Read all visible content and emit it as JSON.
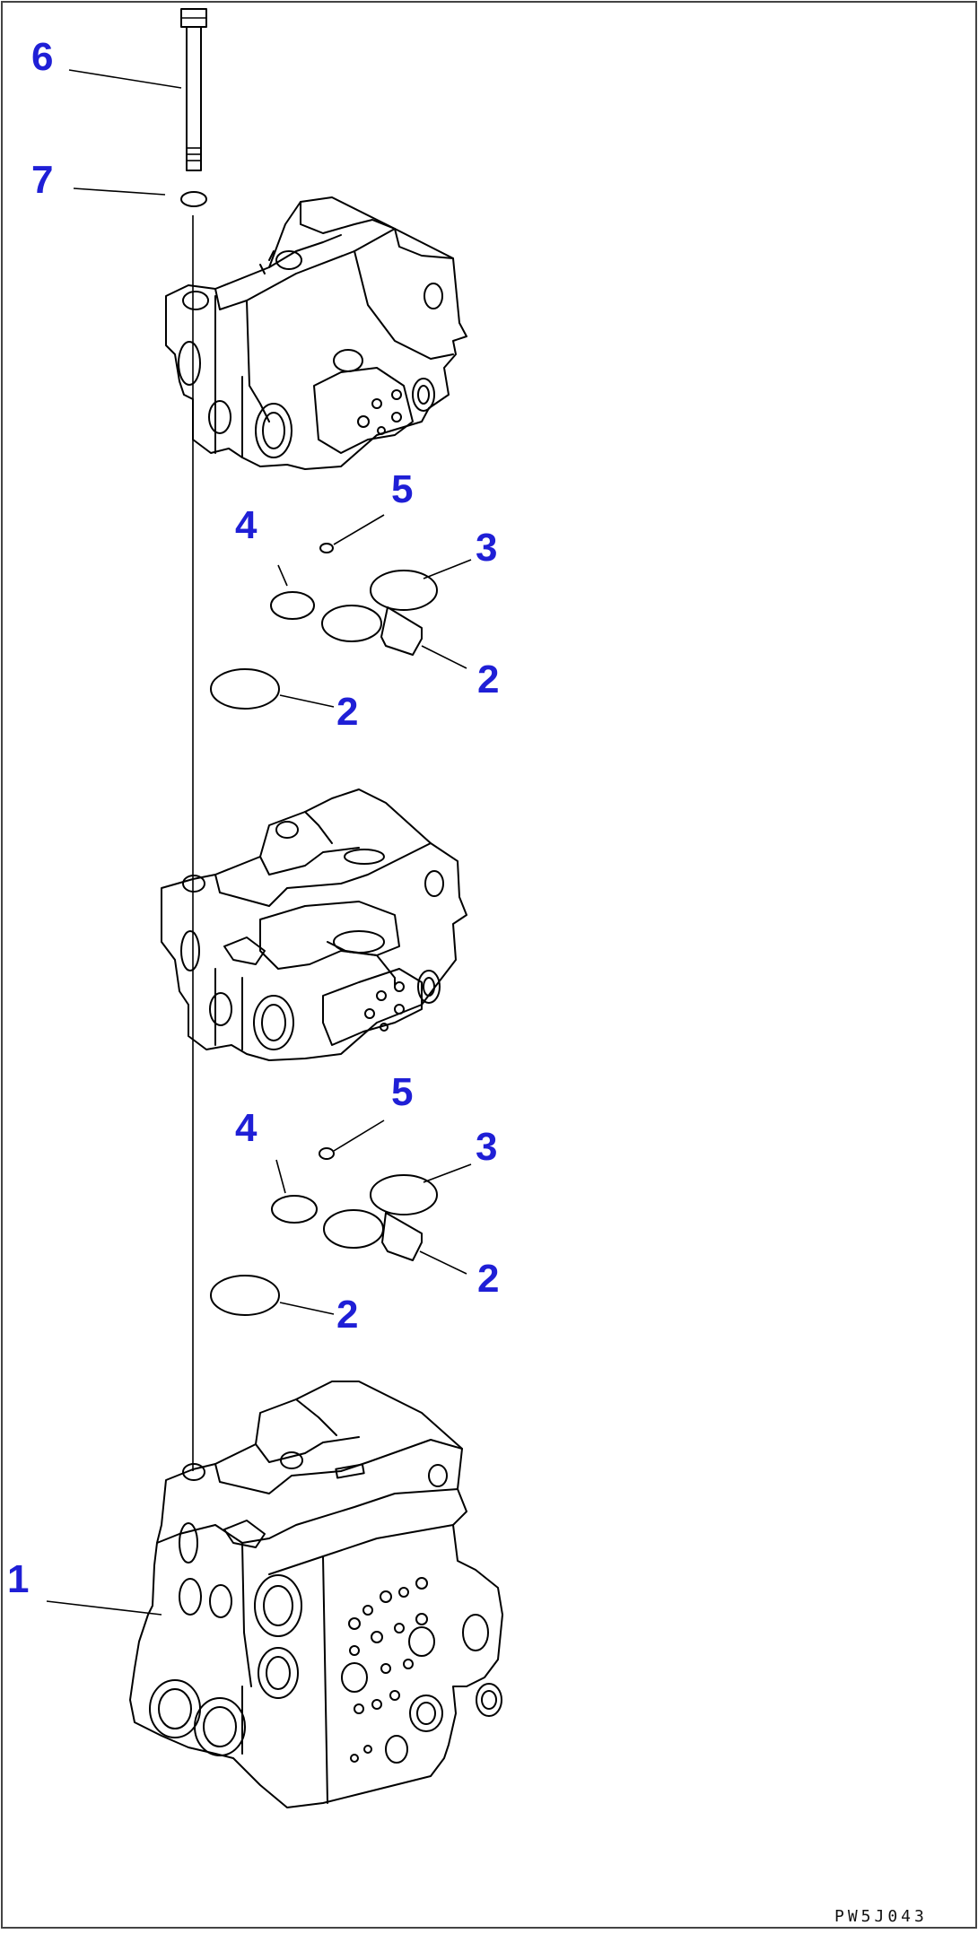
{
  "diagram": {
    "callouts": {
      "c1": "1",
      "c2a": "2",
      "c2b": "2",
      "c2c": "2",
      "c2d": "2",
      "c3a": "3",
      "c3b": "3",
      "c4a": "4",
      "c4b": "4",
      "c5a": "5",
      "c5b": "5",
      "c6": "6",
      "c7": "7"
    },
    "drawing_code": "PW5J043",
    "colors": {
      "callout": "#1f1fd6",
      "line": "#000000",
      "background": "#ffffff"
    }
  }
}
